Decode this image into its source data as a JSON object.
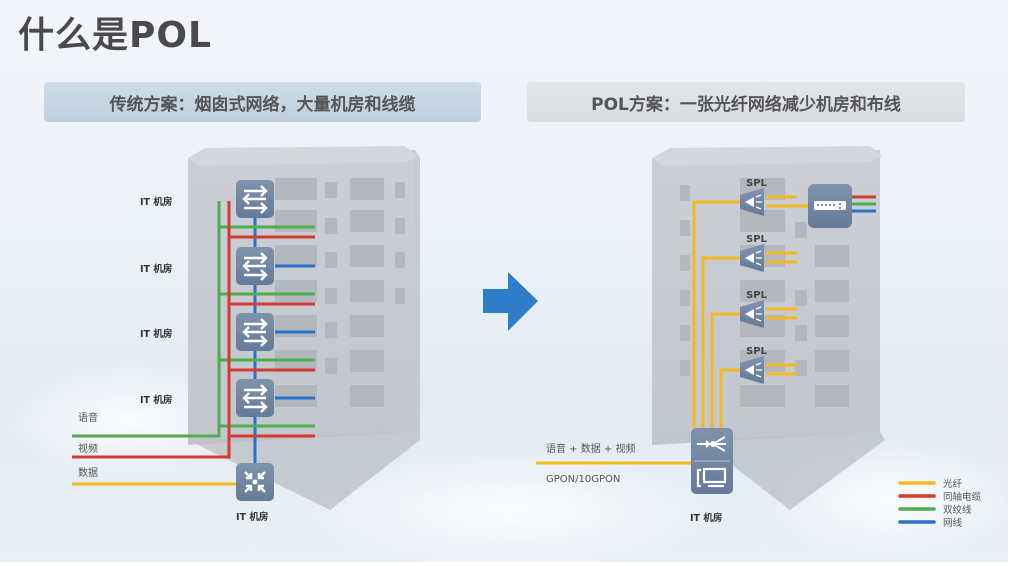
{
  "title": "什么是POL",
  "left_panel": {
    "header": "传统方案：烟囱式网络，大量机房和线缆",
    "it_room_label": "IT 机房",
    "floor_switch_labels": [
      "IT 机房",
      "IT 机房",
      "IT 机房",
      "IT 机房"
    ],
    "core_label": "IT 机房",
    "input_lines": [
      {
        "label": "语音",
        "color": "#4cae4c"
      },
      {
        "label": "视频",
        "color": "#d43a2f"
      },
      {
        "label": "数据",
        "color": "#f5b920"
      }
    ]
  },
  "arrow": {
    "icon": "right-arrow-icon",
    "color": "#2f7cc8"
  },
  "right_panel": {
    "header": "POL方案：一张光纤网络减少机房和布线",
    "splitter_labels": [
      "SPL",
      "SPL",
      "SPL",
      "SPL"
    ],
    "input_label_top": "语音 + 数据 + 视频",
    "input_label_bottom": "GPON/10GPON",
    "olt_label": "IT 机房"
  },
  "legend": [
    {
      "label": "光纤",
      "color": "#f5b920"
    },
    {
      "label": "同轴电缆",
      "color": "#d43a2f"
    },
    {
      "label": "双绞线",
      "color": "#4cae4c"
    },
    {
      "label": "网线",
      "color": "#2a72c9"
    }
  ],
  "colors": {
    "fiber": "#f5b920",
    "coax": "#d43a2f",
    "twisted": "#4cae4c",
    "ethernet": "#2a72c9",
    "device": "#6e84a0"
  }
}
